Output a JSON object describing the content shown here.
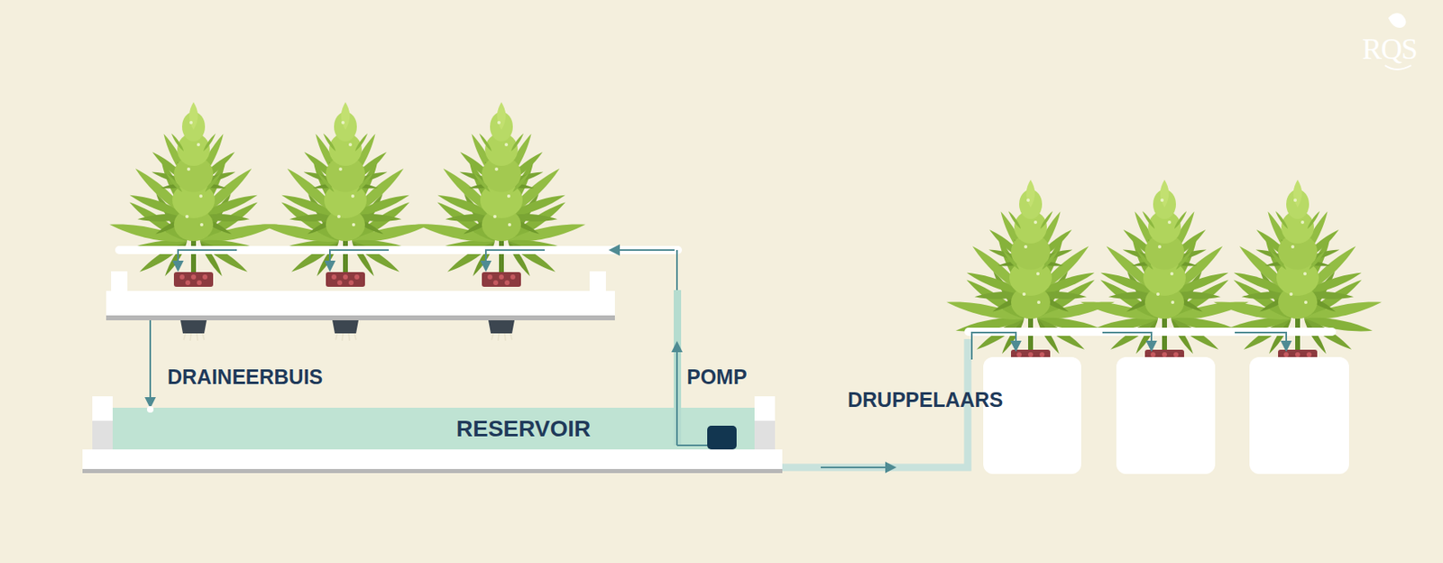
{
  "diagram": {
    "nodes": [
      {
        "text": [
          "RESERVOIR"
        ]
      }
    ],
    "labels": [
      "DRAINEERBUIS",
      "POMP",
      "DRUPPELAARS",
      "RQS"
    ]
  }
}
